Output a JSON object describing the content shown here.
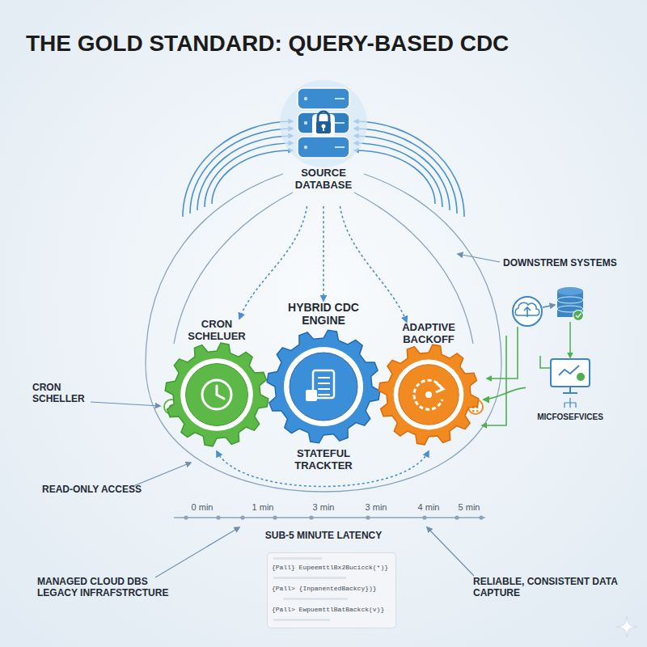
{
  "diagram": {
    "title": "THE GOLD STANDARD: QUERY-BASED CDC",
    "nodes": [
      {
        "text": [
          "SOURCE DATABASE"
        ]
      },
      {
        "text": [
          "CRON SCHELUER"
        ]
      },
      {
        "text": [
          "HYBRID CDC ENGINE",
          "STATEFUL TRACKTER"
        ]
      },
      {
        "text": [
          "ADAPTIVE BACKOFF"
        ]
      },
      {
        "text": [
          "MICFOSEFVICES"
        ]
      },
      {
        "text": [
          "{Pall} EupeemttlBx2Bucicck(*)}",
          "{Pall> {InpanentedBackcy})}",
          "{Pall> EwpuemttlBatBackck(v)}"
        ]
      }
    ],
    "edges": [
      {
        "from": 0,
        "to": 1,
        "arrow": "to"
      },
      {
        "from": 0,
        "to": 2,
        "arrow": "to"
      },
      {
        "from": 0,
        "to": 3,
        "arrow": "to"
      },
      {
        "from": 4,
        "to": 3,
        "arrow": "to"
      },
      {
        "from": 1,
        "to": 3,
        "arrow": "both"
      }
    ],
    "labels": [
      "CRON SCHELLER",
      "READ-ONLY ACCESS",
      "MANAGED CLOUD DBS LEGACY INFRAFSTRCTURE",
      "DOWNSTREM SYSTEMS",
      "RELIABLE, CONSISTENT DATA CAPTURE",
      "0 min",
      "1 min",
      "3 min",
      "3 min",
      "4 min",
      "5 min",
      "SUB-5 MINUTE LATENCY"
    ]
  }
}
